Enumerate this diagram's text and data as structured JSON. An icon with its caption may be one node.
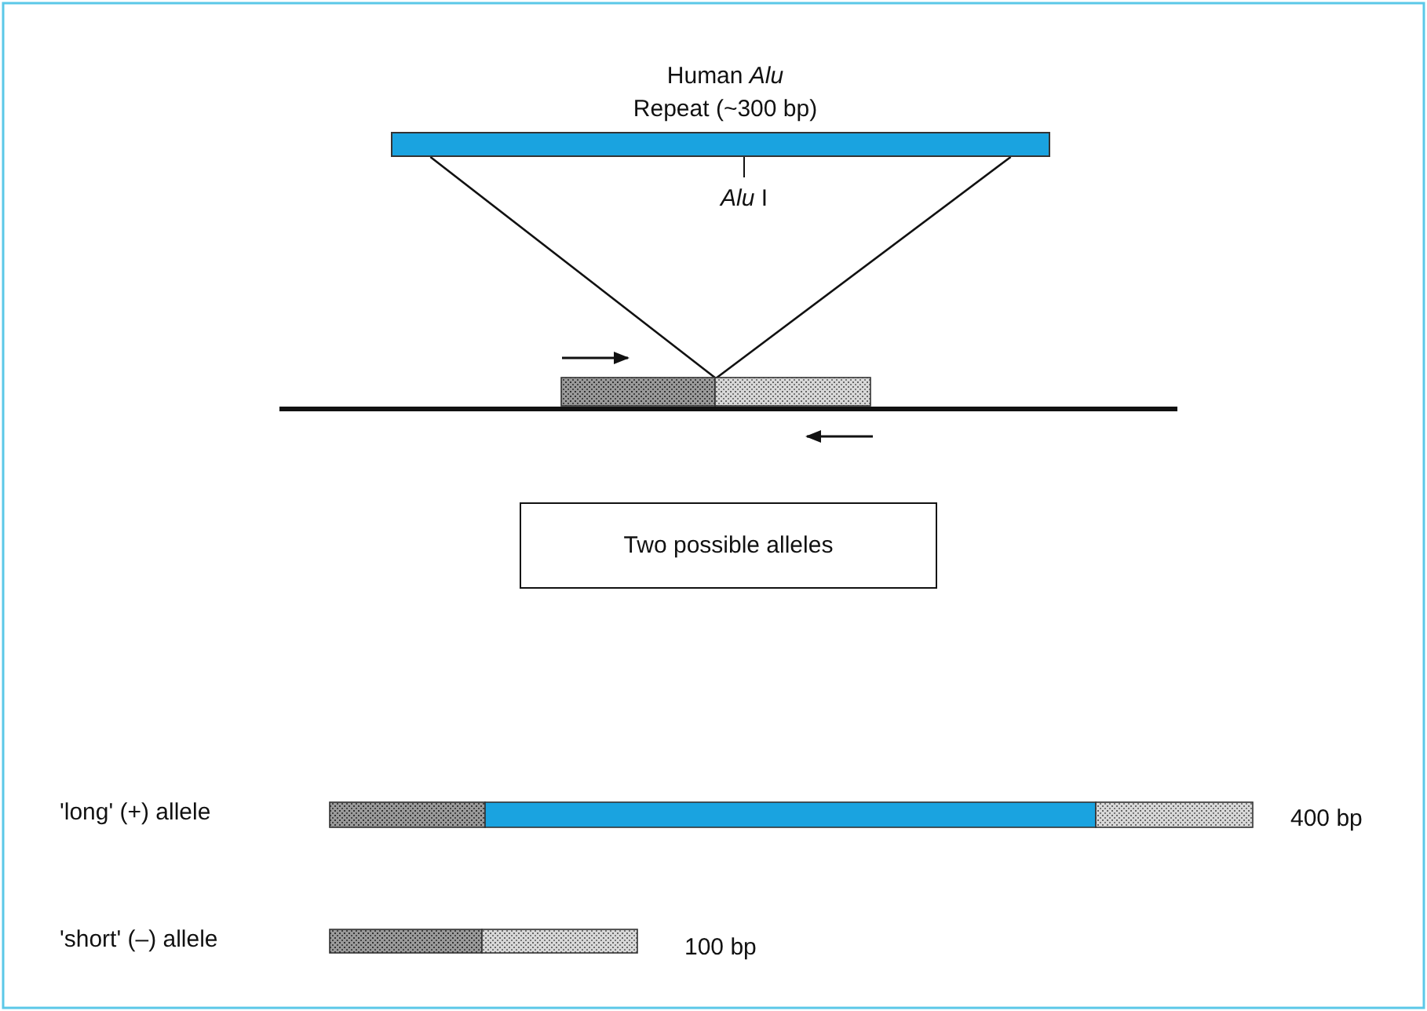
{
  "diagram": {
    "title": "Human *Alu* Repeat (~300 bp)",
    "nodes": [
      {
        "text": [],
        "shape": "bar"
      },
      {
        "text": [],
        "shape": "bar"
      },
      {
        "text": [
          "Two possible alleles"
        ]
      }
    ],
    "edges": [
      {
        "from": 0,
        "to": 1,
        "arrow": "none"
      },
      {
        "from": 0,
        "to": 1,
        "arrow": "none"
      }
    ],
    "labels": [
      "*Alu* I",
      "'long' (+) allele",
      "400 bp",
      "'short' (–) allele",
      "100 bp"
    ]
  }
}
